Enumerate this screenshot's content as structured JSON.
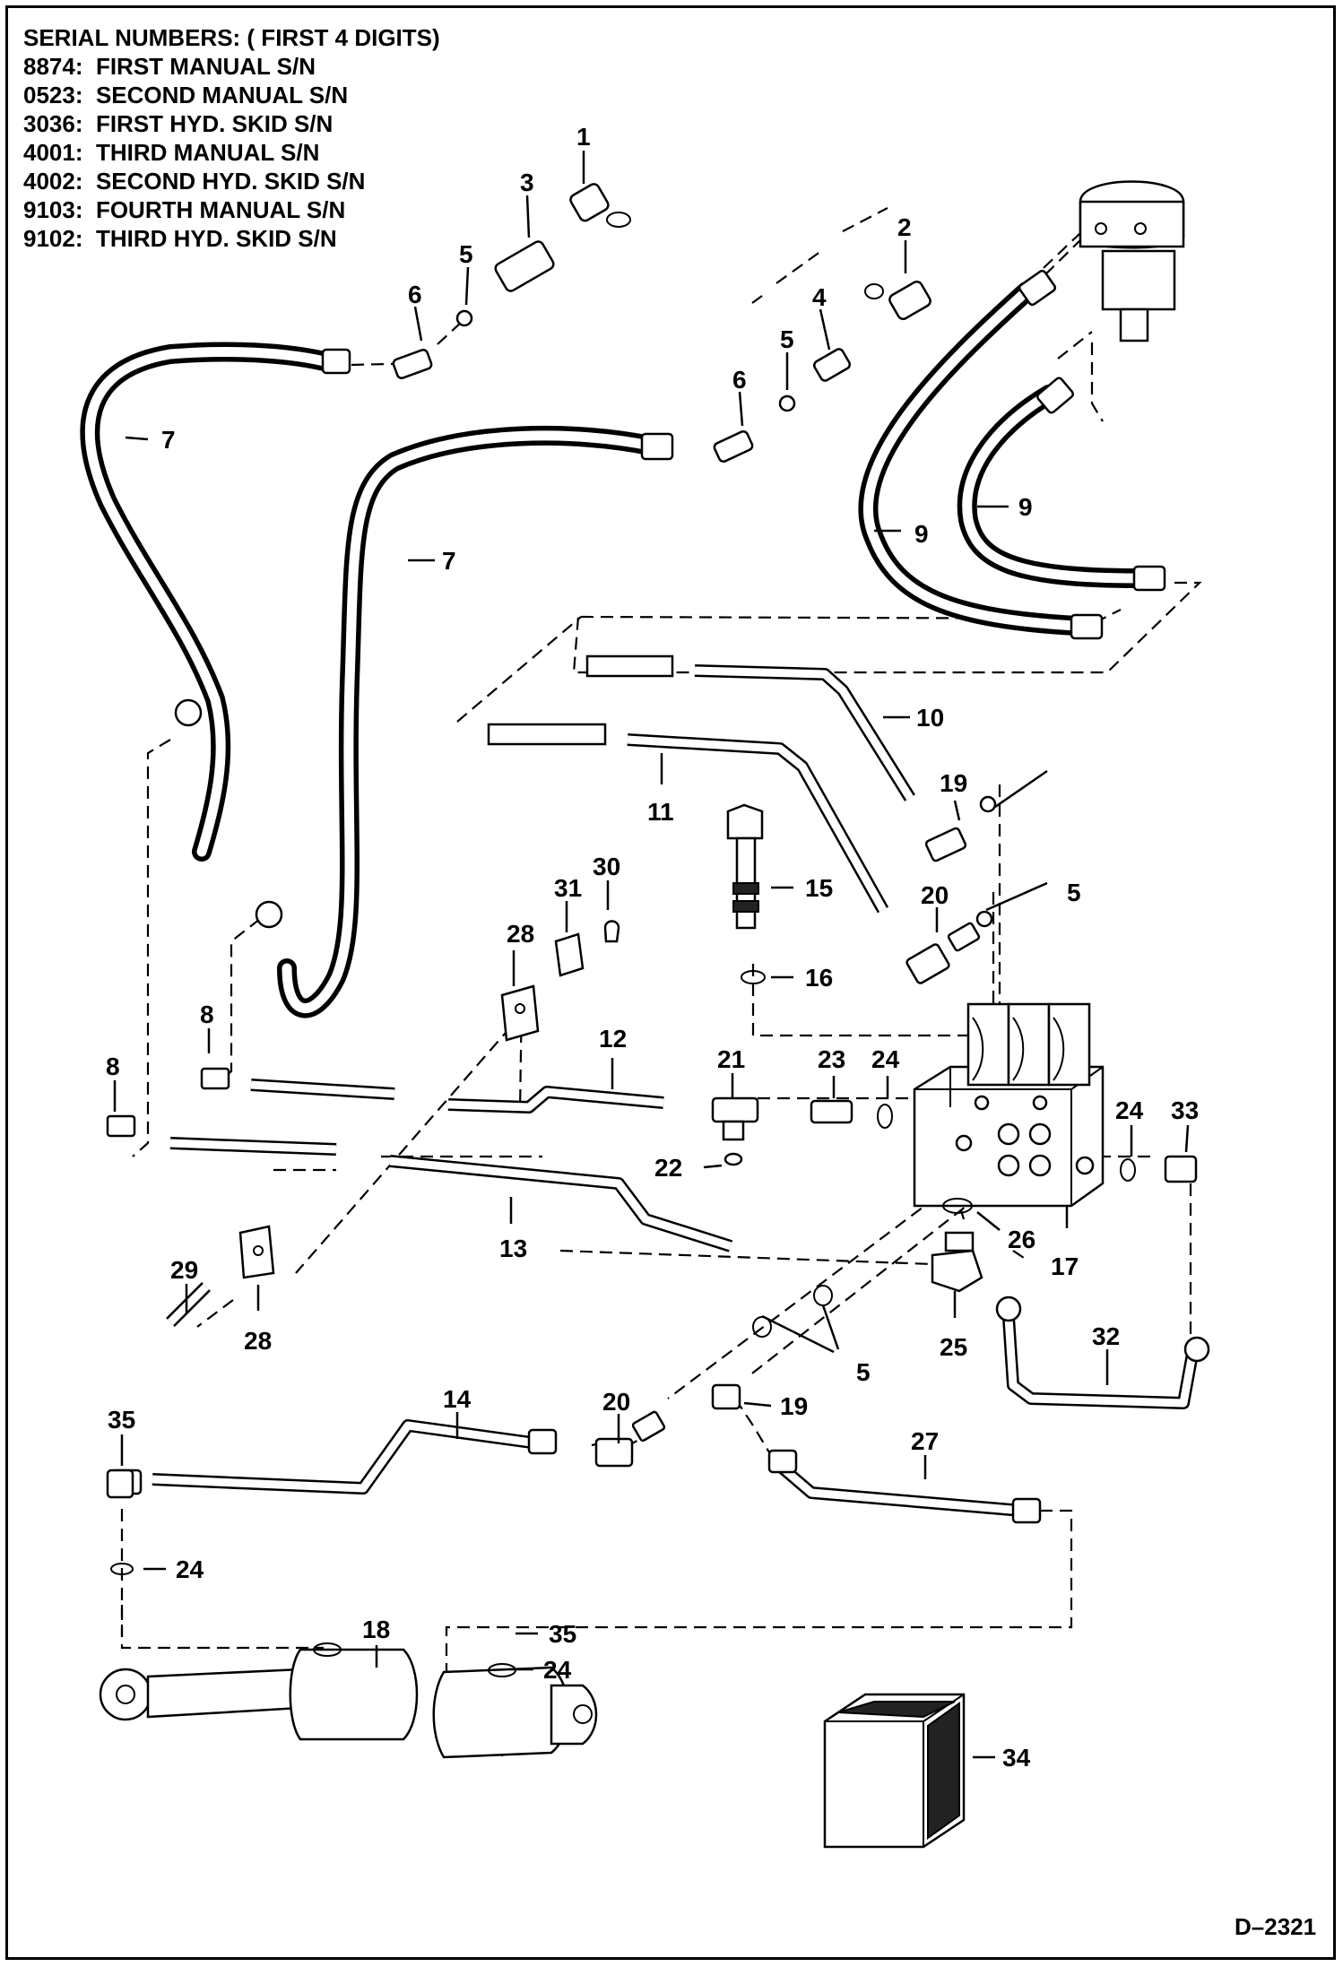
{
  "serial_numbers": {
    "heading": "SERIAL NUMBERS: ( FIRST 4 DIGITS)",
    "rows": [
      "8874:  FIRST MANUAL S/N",
      "0523:  SECOND MANUAL S/N",
      "3036:  FIRST HYD. SKID S/N",
      "4001:  THIRD MANUAL S/N",
      "4002:  SECOND HYD. SKID S/N",
      "9103:  FOURTH MANUAL S/N",
      "9102:  THIRD HYD. SKID S/N"
    ]
  },
  "callouts": {
    "c1": "1",
    "c2": "2",
    "c3": "3",
    "c4": "4",
    "c5a": "5",
    "c5b": "5",
    "c5c": "5",
    "c5d": "5",
    "c6a": "6",
    "c6b": "6",
    "c7a": "7",
    "c7b": "7",
    "c8a": "8",
    "c8b": "8",
    "c9a": "9",
    "c9b": "9",
    "c10": "10",
    "c11": "11",
    "c12": "12",
    "c13": "13",
    "c14": "14",
    "c15": "15",
    "c16": "16",
    "c17": "17",
    "c18": "18",
    "c19a": "19",
    "c19b": "19",
    "c20a": "20",
    "c20b": "20",
    "c21": "21",
    "c22": "22",
    "c23": "23",
    "c24a": "24",
    "c24b": "24",
    "c24c": "24",
    "c24d": "24",
    "c25": "25",
    "c26": "26",
    "c27": "27",
    "c28a": "28",
    "c28b": "28",
    "c29": "29",
    "c30": "30",
    "c31": "31",
    "c32": "32",
    "c33": "33",
    "c34": "34",
    "c35a": "35",
    "c35b": "35"
  },
  "drawing_ref": "D–2321"
}
